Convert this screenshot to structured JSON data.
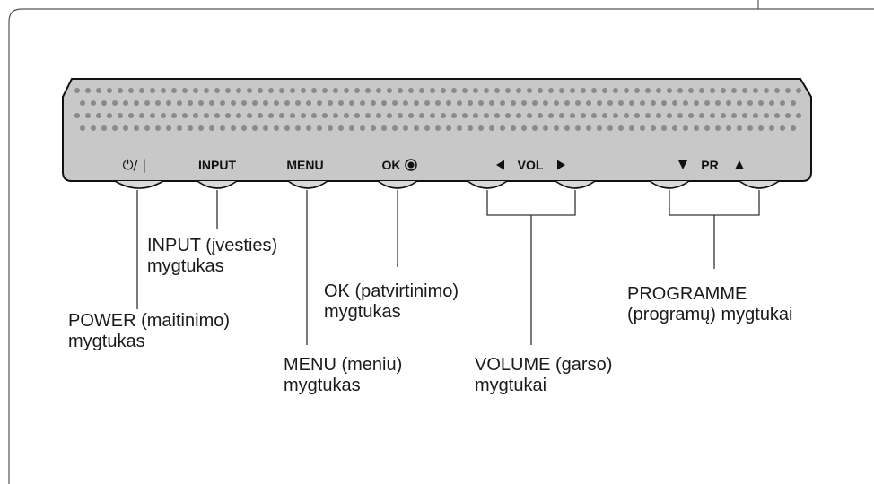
{
  "panel": {
    "buttons": [
      {
        "id": "power",
        "symbol": "⏻/ |"
      },
      {
        "id": "input",
        "symbol": "INPUT"
      },
      {
        "id": "menu",
        "symbol": "MENU"
      },
      {
        "id": "ok",
        "symbol": "OK"
      },
      {
        "id": "vol",
        "symbol": "VOL"
      },
      {
        "id": "pr",
        "symbol": "PR"
      }
    ]
  },
  "callouts": {
    "input": {
      "line1": "INPUT (įvesties)",
      "line2": "mygtukas"
    },
    "power": {
      "line1": "POWER (maitinimo)",
      "line2": "mygtukas"
    },
    "menu": {
      "line1": "MENU (meniu)",
      "line2": "mygtukas"
    },
    "ok": {
      "line1": "OK (patvirtinimo)",
      "line2": "mygtukas"
    },
    "volume": {
      "line1": "VOLUME (garso)",
      "line2": "mygtukai"
    },
    "programme": {
      "line1": "PROGRAMME",
      "line2": "(programų) mygtukai"
    }
  },
  "colors": {
    "panel": "#c8c8c8",
    "dots": "#8a8a8a",
    "line": "#333333"
  }
}
